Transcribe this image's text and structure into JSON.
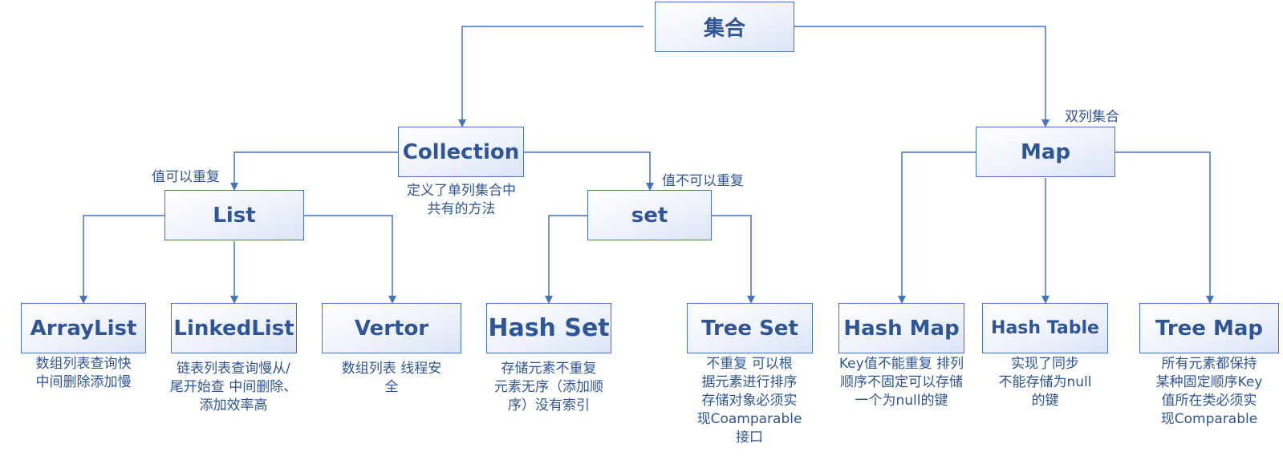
{
  "colors": {
    "line": "#4472c4",
    "text": "#2f5597"
  },
  "nodes": {
    "root": "集合",
    "collection": "Collection",
    "map": "Map",
    "list": "List",
    "set": "set",
    "arraylist": "ArrayList",
    "linkedlist": "LinkedList",
    "vertor": "Vertor",
    "hashset": "Hash Set",
    "treeset": "Tree Set",
    "hashmap": "Hash Map",
    "hashtable": "Hash Table",
    "treemap": "Tree Map"
  },
  "labels": {
    "double_column": "双列集合",
    "repeatable": "值可以重复",
    "not_repeatable": "值不可以重复"
  },
  "notes": {
    "collection": "定义了单列集合中\n共有的方法",
    "arraylist": "数组列表查询快\n中间删除添加慢",
    "linkedlist": "链表列表查询慢从/\n尾开始查 中间删除、\n添加效率高",
    "vertor": "数组列表 线程安\n全",
    "hashset": "存储元素不重复\n元素无序（添加顺\n序）没有索引",
    "treeset": "不重复 可以根\n据元素进行排序\n存储对象必须实\n现Coamparable\n接口",
    "hashmap": "Key值不能重复 排列\n顺序不固定可以存储\n一个为null的键",
    "hashtable": "实现了同步\n不能存储为null\n的键",
    "treemap": "所有元素都保持\n某种固定顺序Key\n值所在类必须实\n现Comparable"
  }
}
